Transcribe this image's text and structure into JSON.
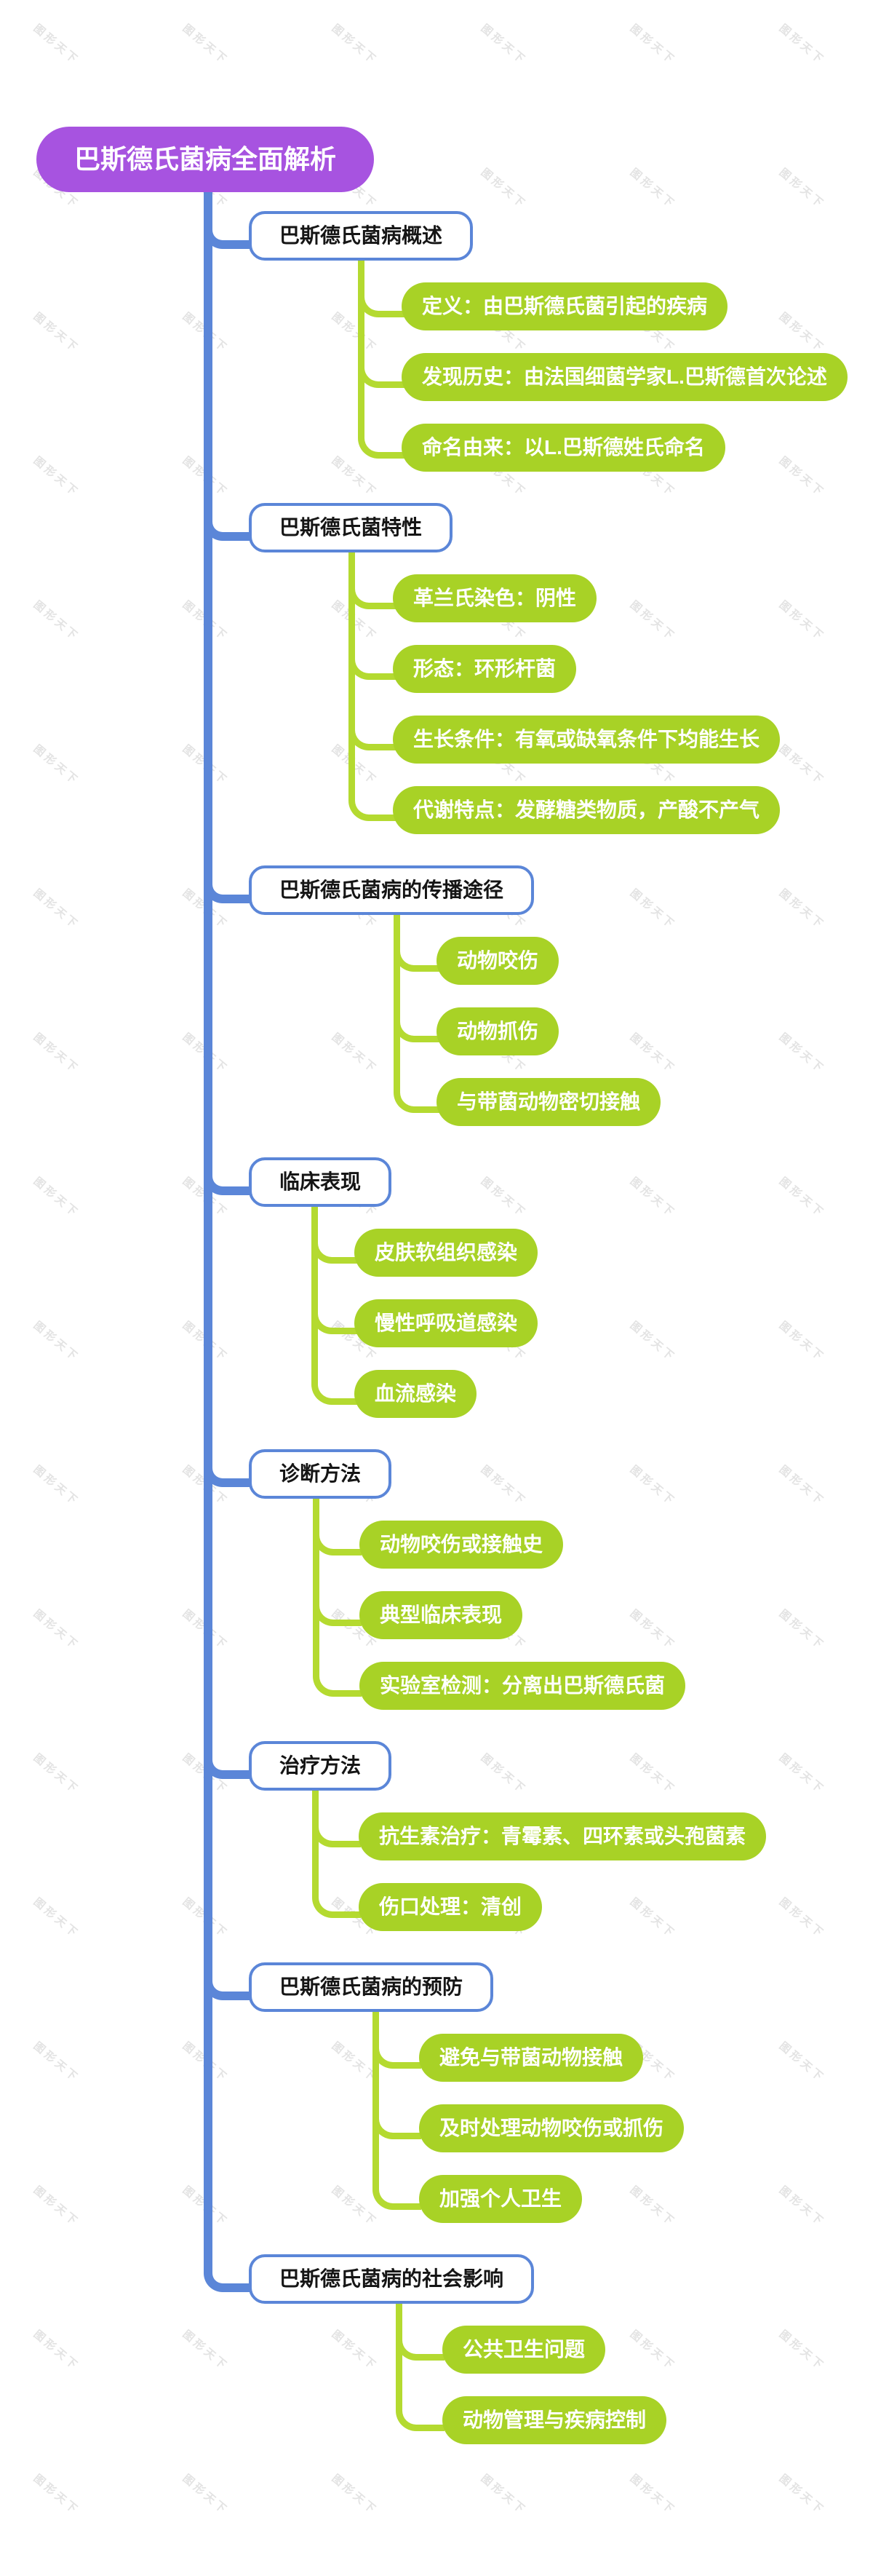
{
  "watermark": "图形天下",
  "colors": {
    "root_bg": "#a753e0",
    "branch_border": "#5b86d8",
    "connector_blue": "#5b86d8",
    "leaf_bg": "#a8d226",
    "connector_green": "#b4da30"
  },
  "root": {
    "label": "巴斯德氏菌病全面解析"
  },
  "branches": [
    {
      "label": "巴斯德氏菌病概述",
      "children": [
        "定义：由巴斯德氏菌引起的疾病",
        "发现历史：由法国细菌学家L.巴斯德首次论述",
        "命名由来：以L.巴斯德姓氏命名"
      ]
    },
    {
      "label": "巴斯德氏菌特性",
      "children": [
        "革兰氏染色：阴性",
        "形态：环形杆菌",
        "生长条件：有氧或缺氧条件下均能生长",
        "代谢特点：发酵糖类物质，产酸不产气"
      ]
    },
    {
      "label": "巴斯德氏菌病的传播途径",
      "children": [
        "动物咬伤",
        "动物抓伤",
        "与带菌动物密切接触"
      ]
    },
    {
      "label": "临床表现",
      "children": [
        "皮肤软组织感染",
        "慢性呼吸道感染",
        "血流感染"
      ]
    },
    {
      "label": "诊断方法",
      "children": [
        "动物咬伤或接触史",
        "典型临床表现",
        "实验室检测：分离出巴斯德氏菌"
      ]
    },
    {
      "label": "治疗方法",
      "children": [
        "抗生素治疗：青霉素、四环素或头孢菌素",
        "伤口处理：清创"
      ]
    },
    {
      "label": "巴斯德氏菌病的预防",
      "children": [
        "避免与带菌动物接触",
        "及时处理动物咬伤或抓伤",
        "加强个人卫生"
      ]
    },
    {
      "label": "巴斯德氏菌病的社会影响",
      "children": [
        "公共卫生问题",
        "动物管理与疾病控制"
      ]
    }
  ]
}
